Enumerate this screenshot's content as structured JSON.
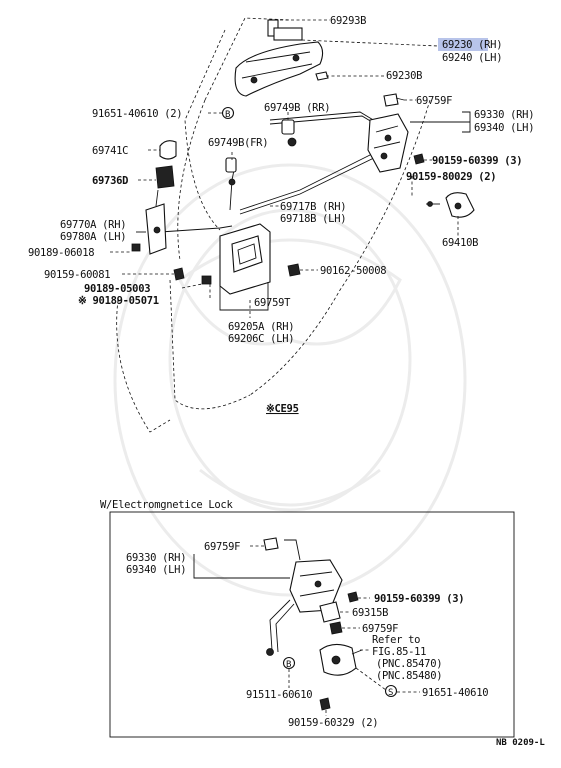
{
  "labels": {
    "p69293B": "69293B",
    "p69230": "69230 (RH)",
    "p69240": "69240 (LH)",
    "p69230B": "69230B",
    "p91651_40610": "91651-40610 (2)",
    "p69749B_RR": "69749B (RR)",
    "p69759F": "69759F",
    "p69330": "69330 (RH)",
    "p69340": "69340 (LH)",
    "p69741C": "69741C",
    "p69749B_FR": "69749B(FR)",
    "p90159_60399": "90159-60399 (3)",
    "p90159_80029": "90159-80029 (2)",
    "p69736D": "69736D",
    "p69717B": "69717B (RH)",
    "p69718B": "69718B (LH)",
    "p69770A": "69770A (RH)",
    "p69780A": "69780A (LH)",
    "p69410B": "69410B",
    "p90189_06018": "90189-06018",
    "p90159_60081": "90159-60081",
    "p90162_50008": "90162-50008",
    "p90189_05003": "90189-05003",
    "p90189_05071": "※ 90189-05071",
    "p69759T": "69759T",
    "p69205A": "69205A (RH)",
    "p69206C": "69206C (LH)",
    "ce95": "※CE95",
    "inset_title": "W/Electromgnetice Lock",
    "i69759F_top": "69759F",
    "i69330": "69330 (RH)",
    "i69340": "69340 (LH)",
    "i90159_60399": "90159-60399 (3)",
    "i69315B": "69315B",
    "i69759F_mid": "69759F",
    "refer1": "Refer to",
    "refer2": "FIG.85-11",
    "refer3": "(PNC.85470)",
    "refer4": "(PNC.85480)",
    "i91511_60610": "91511-60610",
    "i91651_40610": "91651-40610",
    "i90159_60329": "90159-60329 (2)",
    "footer_code": "NB 0209-L",
    "circleB": "B",
    "circleS": "S"
  },
  "highlight_color": "#b8c4ea"
}
